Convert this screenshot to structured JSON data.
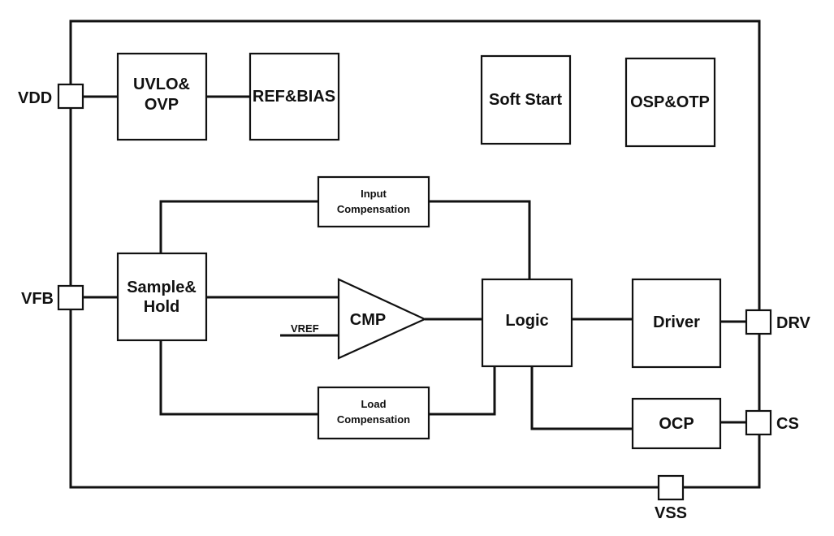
{
  "pins": {
    "vdd": "VDD",
    "vfb": "VFB",
    "drv": "DRV",
    "cs": "CS",
    "vss": "VSS"
  },
  "blocks": {
    "uvlo_ovp": [
      "UVLO&",
      "OVP"
    ],
    "ref_bias": "REF&BIAS",
    "soft_start": "Soft Start",
    "osp_otp": "OSP&OTP",
    "input_comp": [
      "Input",
      "Compensation"
    ],
    "sample_hold": [
      "Sample&",
      "Hold"
    ],
    "cmp": "CMP",
    "vref": "VREF",
    "logic": "Logic",
    "driver": "Driver",
    "load_comp": [
      "Load",
      "Compensation"
    ],
    "ocp": "OCP"
  }
}
